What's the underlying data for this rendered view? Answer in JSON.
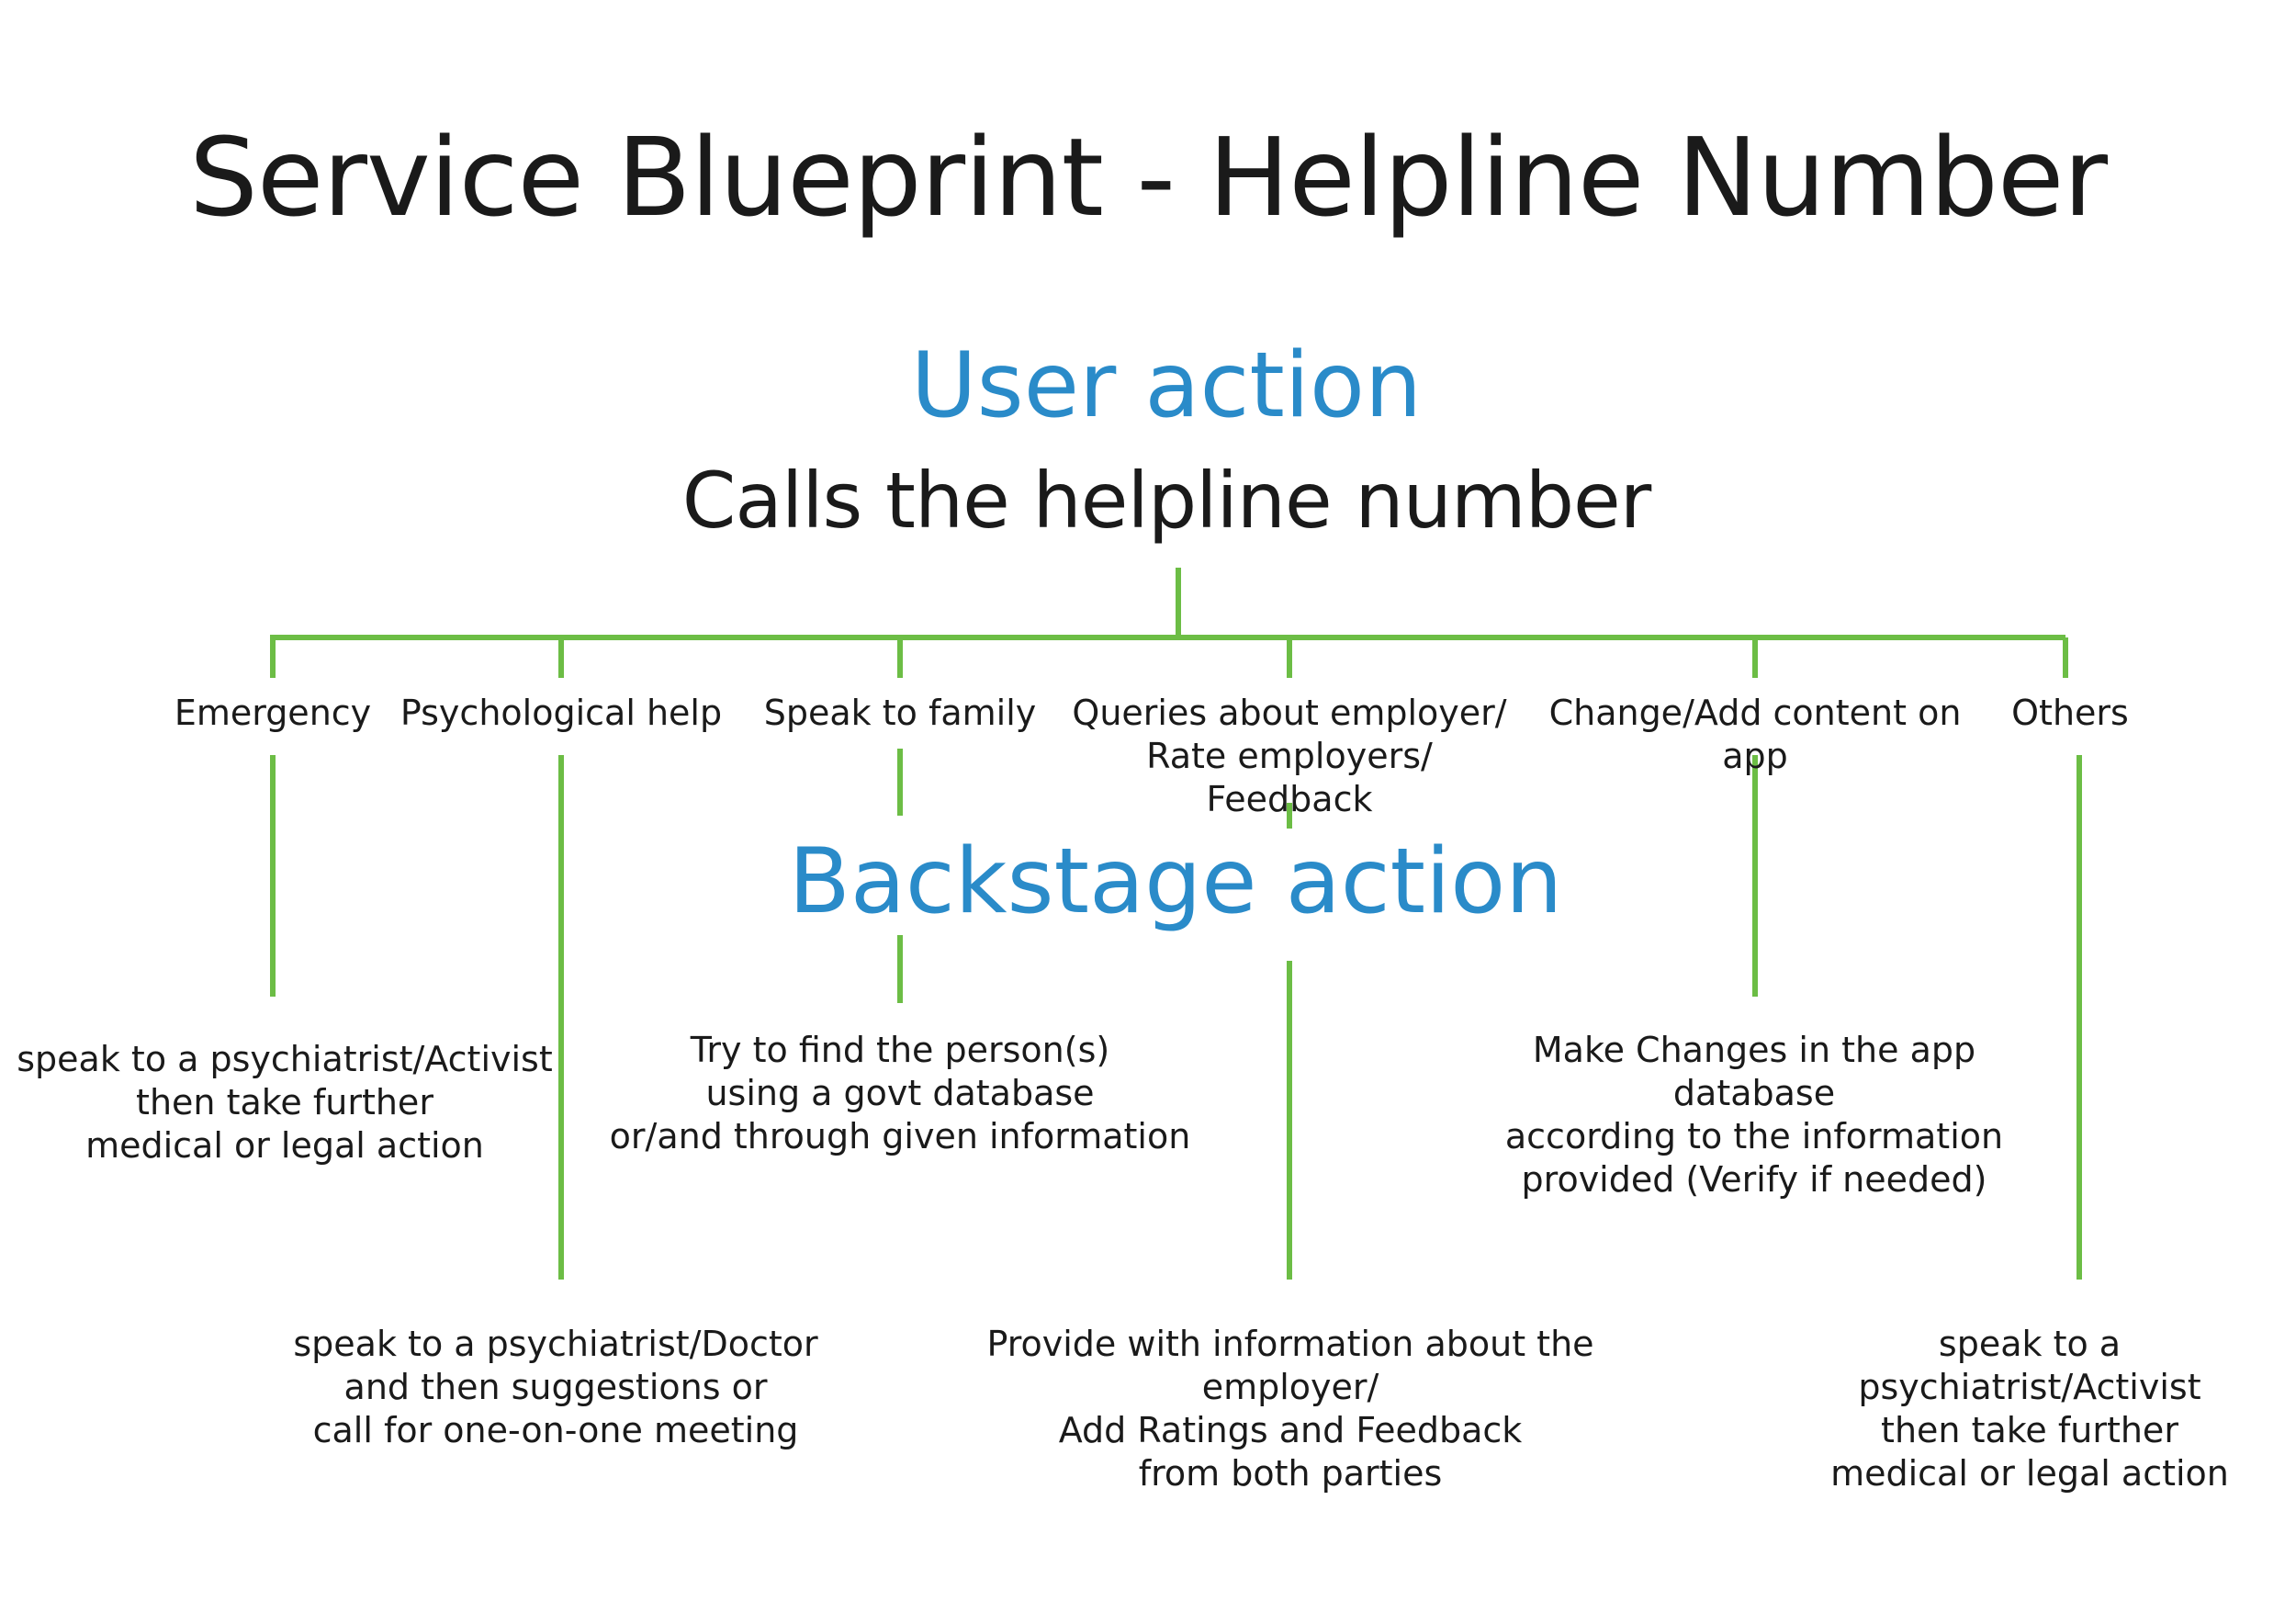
{
  "title": "Service Blueprint - Helpline Number",
  "user_action": {
    "heading": "User action",
    "text": "Calls the helpline number"
  },
  "branches": [
    {
      "label": "Emergency"
    },
    {
      "label": "Psychological help"
    },
    {
      "label": "Speak to family"
    },
    {
      "label": "Queries about employer/\nRate  employers/ Feedback"
    },
    {
      "label": "Change/Add content on app"
    },
    {
      "label": "Others"
    }
  ],
  "backstage_action": {
    "heading": "Backstage action"
  },
  "outcomes": {
    "emergency": "speak to a psychiatrist/Activist\nthen take further\nmedical or legal action",
    "psychological": "speak to a psychiatrist/Doctor\nand then suggestions or\ncall for one-on-one meeting",
    "family": "Try to find the person(s)\nusing a govt database\nor/and through given information",
    "employer": "Provide with information about the employer/\nAdd Ratings and Feedback\nfrom both parties",
    "content": "Make Changes in the app database\naccording to the information\nprovided (Verify if needed)",
    "others": "speak to a psychiatrist/Activist\nthen take further\nmedical or legal action"
  },
  "colors": {
    "heading_blue": "#2a8bc9",
    "connector_green": "#6cbd45",
    "text": "#1a1a1a"
  }
}
